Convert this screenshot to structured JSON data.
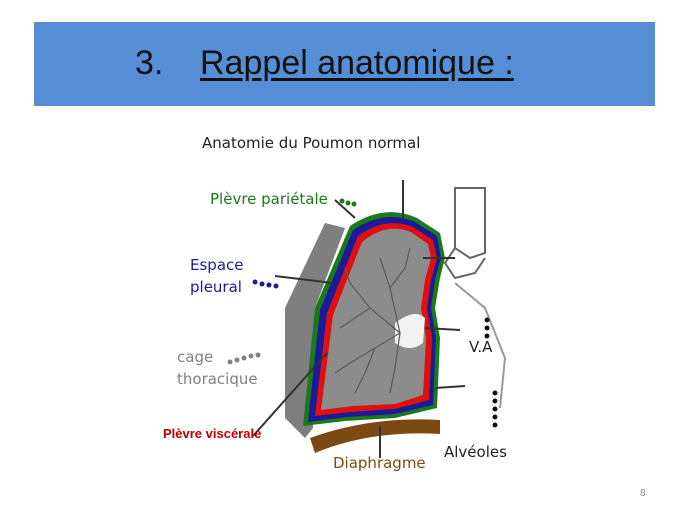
{
  "slide": {
    "number": "3.",
    "title": "Rappel anatomique :",
    "page": "8"
  },
  "figure": {
    "heading": "Anatomie du Poumon normal",
    "labels": {
      "plevre_parietale": "Plèvre pariétale",
      "espace_pleural_1": "Espace",
      "espace_pleural_2": "pleural",
      "cage_1": "cage",
      "cage_2": "thoracique",
      "va": "V.A",
      "plevre_viscerale": "Plèvre viscérale",
      "alveoles": "Alvéoles",
      "diaphragme": "Diaphragme"
    },
    "colors": {
      "title_bar": "#558ed5",
      "parietale": "#1a7a1a",
      "espace": "#1a1a9a",
      "cage": "#808080",
      "viscerale": "#c00000",
      "diaphragme": "#7a4a12",
      "lung": "#8c8c8c"
    }
  }
}
